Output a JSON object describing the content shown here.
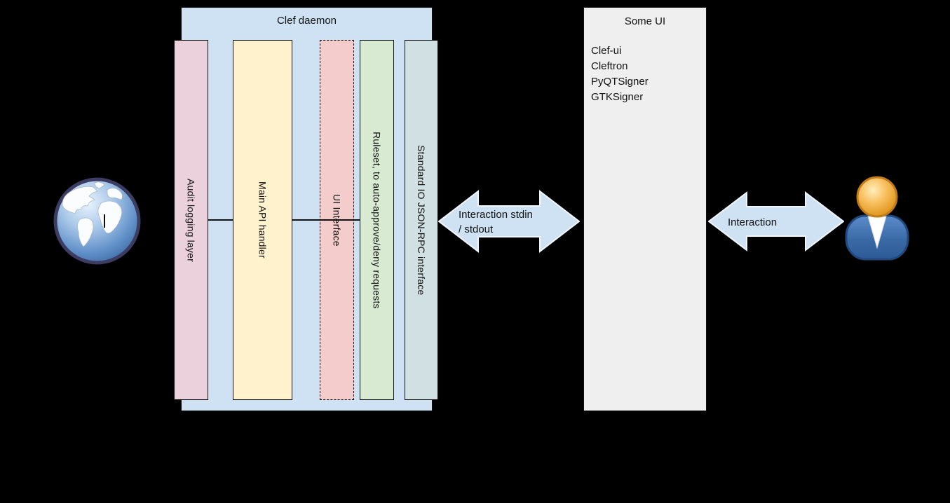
{
  "canvas": {
    "background": "#000000"
  },
  "clef_daemon": {
    "title": "Clef daemon",
    "fill": "#cfe2f3",
    "layers": [
      {
        "label": "Audit logging layer",
        "fill": "#ead1dc",
        "border_style": "solid"
      },
      {
        "label": "Main API handler",
        "fill": "#fff2cc",
        "border_style": "solid"
      },
      {
        "label": "UI Interface",
        "fill": "#f4cccc",
        "border_style": "dashed"
      },
      {
        "label": "Ruleset, to auto-approve/deny requests",
        "fill": "#d9ead3",
        "border_style": "solid"
      },
      {
        "label": "Standard IO JSON-RPC interface",
        "fill": "#d0e0e3",
        "border_style": "solid"
      }
    ]
  },
  "some_ui": {
    "title": "Some UI",
    "fill": "#efefef",
    "items": [
      "Clef-ui",
      "Cleftron",
      "PyQTSigner",
      "GTKSigner"
    ]
  },
  "connections": {
    "daemon_ui_arrow": {
      "label": "Interaction stdin\n/ stdout",
      "fill": "#cfe2f3"
    },
    "ui_user_arrow": {
      "label": "Interaction",
      "fill": "#cfe2f3"
    }
  },
  "icons": {
    "globe": "globe-icon",
    "person": "person-icon"
  }
}
